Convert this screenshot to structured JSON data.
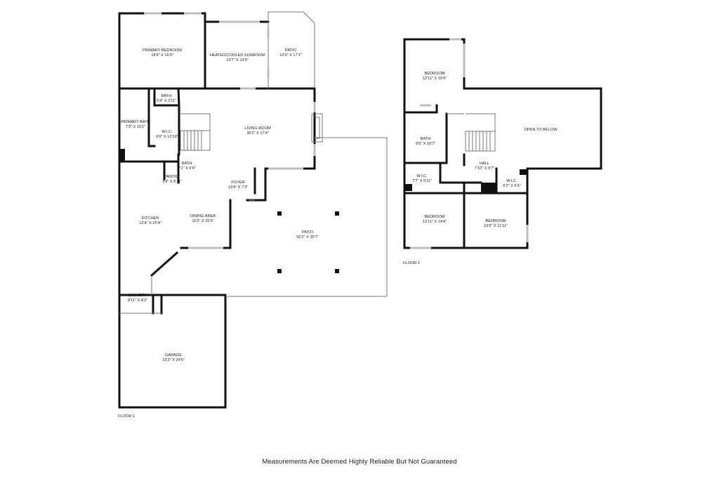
{
  "floor1": {
    "label": "FLOOR 1",
    "rooms": {
      "primary_bedroom": {
        "name": "PRIMARY BEDROOM",
        "dims": "18'8\" X 16'9\""
      },
      "sunroom": {
        "name": "HEATED/COOLED SUNROOM",
        "dims": "13'7\" X 14'5\""
      },
      "patio_top": {
        "name": "PATIO",
        "dims": "10'0\" X 17'1\""
      },
      "bath_small": {
        "name": "BATH",
        "dims": "5'4\" X 2'11\""
      },
      "primary_bath": {
        "name": "PRIMARY BATH",
        "dims": "7'3\" X 16'1\""
      },
      "wic": {
        "name": "W.I.C.",
        "dims": "6'6\" X 12'10\""
      },
      "living_room": {
        "name": "LIVING ROOM",
        "dims": "30'2\" X 17'4\""
      },
      "bath2": {
        "name": "BATH",
        "dims": "7'1\" X 6'4\""
      },
      "pantry": {
        "name": "PANTRY",
        "dims": "3'4\" X 6'11\""
      },
      "foyer": {
        "name": "FOYER",
        "dims": "13'4\" X 7'3\""
      },
      "kitchen": {
        "name": "KITCHEN",
        "dims": "13'4\" X 25'4\""
      },
      "dining": {
        "name": "DINING AREA",
        "dims": "11'0\" X 15'9\""
      },
      "patio_main": {
        "name": "PATIO",
        "dims": "52'2\" X 35'7\""
      },
      "laundry": {
        "name": "LAUNDRY",
        "dims": "8'11\" X 8'3\""
      },
      "garage": {
        "name": "GARAGE",
        "dims": "23'3\" X 24'6\""
      }
    }
  },
  "floor2": {
    "label": "FLOOR 2",
    "rooms": {
      "bedroom_top": {
        "name": "BEDROOM",
        "dims": "12'11\" X 19'4\""
      },
      "open_below": {
        "name": "OPEN TO BELOW",
        "dims": ""
      },
      "bath": {
        "name": "BATH",
        "dims": "9'0\" X 10'7\""
      },
      "hall": {
        "name": "HALL",
        "dims": "7'10\" X 9'7\""
      },
      "wic_left": {
        "name": "W.I.C.",
        "dims": "7'7\" X 5'11\""
      },
      "wic_right": {
        "name": "W.I.C.",
        "dims": "6'2\" X 5'6\""
      },
      "bedroom_bl": {
        "name": "BEDROOM",
        "dims": "12'11\" X 14'4\""
      },
      "bedroom_br": {
        "name": "BEDROOM",
        "dims": "13'9\" X 11'11\""
      }
    }
  },
  "footer": "Measurements Are Deemed Highly Reliable But Not Guaranteed",
  "colors": {
    "wall": "#111111",
    "thin": "#777777",
    "window": "#bdbdbd",
    "background": "#ffffff"
  }
}
